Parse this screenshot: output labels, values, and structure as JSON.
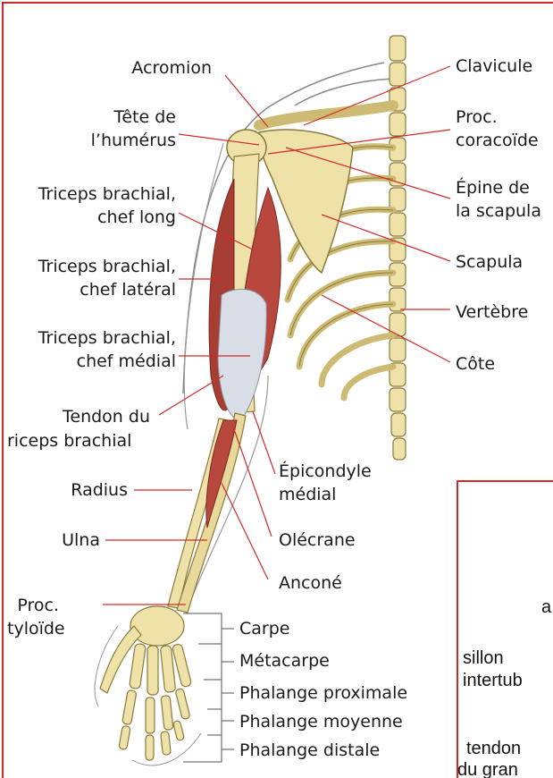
{
  "labels": {
    "acromion": "Acromion",
    "tete_humerus_1": "Tête de",
    "tete_humerus_2": "l’humérus",
    "triceps_long_1": "Triceps brachial,",
    "triceps_long_2": "chef long",
    "triceps_lateral_1": "Triceps brachial,",
    "triceps_lateral_2": "chef latéral",
    "triceps_medial_1": "Triceps brachial,",
    "triceps_medial_2": "chef médial",
    "tendon_triceps_1": "Tendon du",
    "tendon_triceps_2": "riceps brachial",
    "radius": "Radius",
    "ulna": "Ulna",
    "proc_styloide_1": "Proc.",
    "proc_styloide_2": "tyloïde",
    "clavicule": "Clavicule",
    "proc_coracoide_1": "Proc.",
    "proc_coracoide_2": "coracoïde",
    "epine_scapula_1": "Épine de",
    "epine_scapula_2": "la scapula",
    "scapula": "Scapula",
    "vertebre": "Vertèbre",
    "cote": "Côte",
    "epicondyle_1": "Épicondyle",
    "epicondyle_2": "médial",
    "olecrane": "Olécrane",
    "ancone": "Anconé",
    "carpe": "Carpe",
    "metacarpe": "Métacarpe",
    "phalange_proximale": "Phalange proximale",
    "phalange_moyenne": "Phalange moyenne",
    "phalange_distale": "Phalange distale"
  },
  "inset": {
    "a": "a",
    "sillon": "sillon",
    "intertub": "intertub",
    "tendon": "tendon",
    "du_gran": "du gran"
  },
  "colors": {
    "frame": "#d22a2a",
    "leader": "#d22a2a",
    "bone": "#efe2a8",
    "bone_outline": "#8a7a3a",
    "muscle": "#b8483e",
    "tendon": "#d9dde6"
  }
}
